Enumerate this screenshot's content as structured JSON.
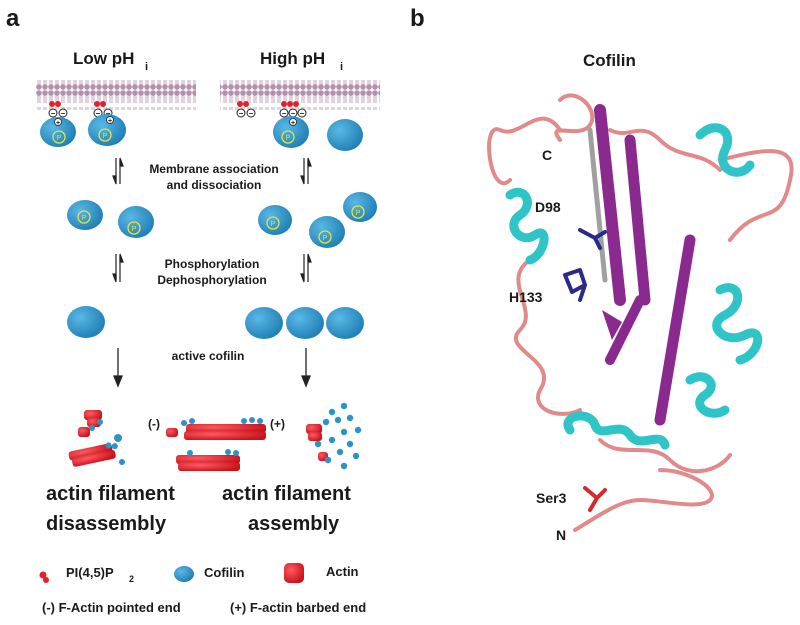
{
  "panel_a": {
    "letter": "a",
    "low_ph": "Low pH",
    "high_ph": "High pH",
    "ph_subscript": "i",
    "step1_line1": "Membrane association",
    "step1_line2": "and dissociation",
    "step2_line1": "Phosphorylation",
    "step2_line2": "Dephosphorylation",
    "step3": "active cofilin",
    "phospho_mark": "P",
    "minus_end": "(-)",
    "plus_end": "(+)",
    "outcome_left_line1": "actin filament",
    "outcome_left_line2": "disassembly",
    "outcome_right_line1": "actin filament",
    "outcome_right_line2": "assembly",
    "legend": {
      "pip2_main": "PI(4,5)P",
      "pip2_sub": "2",
      "cofilin": "Cofilin",
      "actin": "Actin",
      "pointed_end": "(-) F-Actin pointed end",
      "barbed_end": "(+) F-actin barbed end"
    },
    "colors": {
      "cofilin": "#2a93c9",
      "actin": "#e0202a",
      "membrane": "#b08aa8",
      "phospho": "#e8e23a"
    }
  },
  "panel_b": {
    "letter": "b",
    "title": "Cofilin",
    "labels": {
      "c_term": "C",
      "d98": "D98",
      "h133": "H133",
      "ser3": "Ser3",
      "n_term": "N"
    },
    "colors": {
      "helix": "#2ec4c8",
      "sheet": "#8a2a8e",
      "loop": "#e08a8a",
      "active_site": "#2a2a8a",
      "ser3": "#d42a2a"
    }
  }
}
